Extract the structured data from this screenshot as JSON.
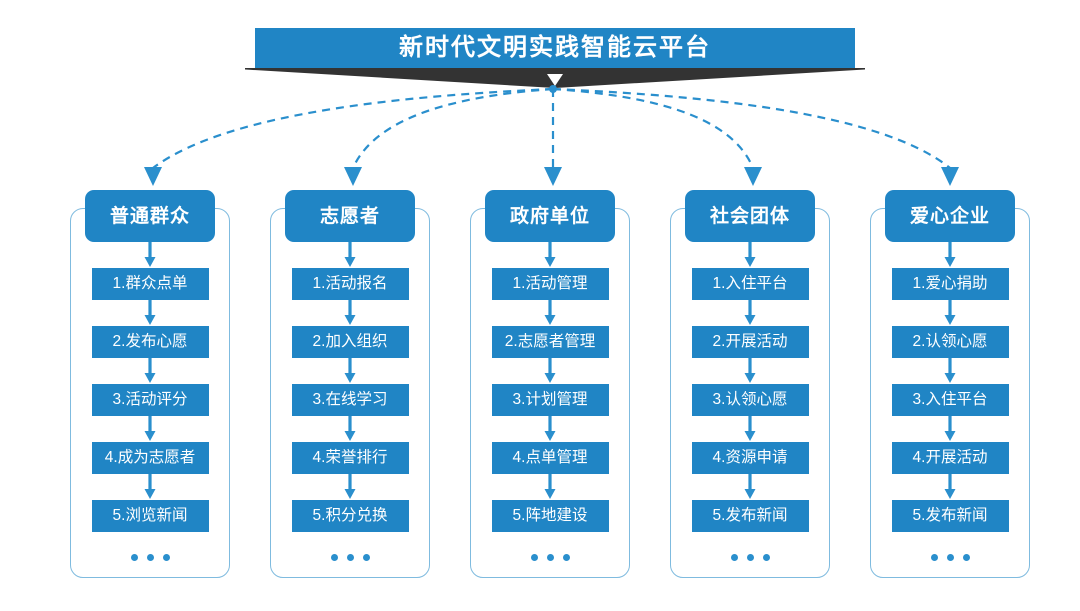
{
  "banner": {
    "title": "新时代文明实践智能云平台",
    "accent_color": "#2085c5",
    "ribbon_color": "#333333"
  },
  "colors": {
    "primary_blue": "#2085c5",
    "border_blue": "#7fbbdf",
    "dot_blue": "#2a8fcd",
    "arrow_blue": "#2a8fcd",
    "dashed_blue": "#2a8fcd",
    "background": "#ffffff",
    "text_on_blue": "#ffffff"
  },
  "ellipsis_label": "...",
  "columns": [
    {
      "header": "普通群众",
      "steps": [
        "1.群众点单",
        "2.发布心愿",
        "3.活动评分",
        "4.成为志愿者",
        "5.浏览新闻"
      ]
    },
    {
      "header": "志愿者",
      "steps": [
        "1.活动报名",
        "2.加入组织",
        "3.在线学习",
        "4.荣誉排行",
        "5.积分兑换"
      ]
    },
    {
      "header": "政府单位",
      "steps": [
        "1.活动管理",
        "2.志愿者管理",
        "3.计划管理",
        "4.点单管理",
        "5.阵地建设"
      ]
    },
    {
      "header": "社会团体",
      "steps": [
        "1.入住平台",
        "2.开展活动",
        "3.认领心愿",
        "4.资源申请",
        "5.发布新闻"
      ]
    },
    {
      "header": "爱心企业",
      "steps": [
        "1.爱心捐助",
        "2.认领心愿",
        "3.入住平台",
        "4.开展活动",
        "5.发布新闻"
      ]
    }
  ]
}
